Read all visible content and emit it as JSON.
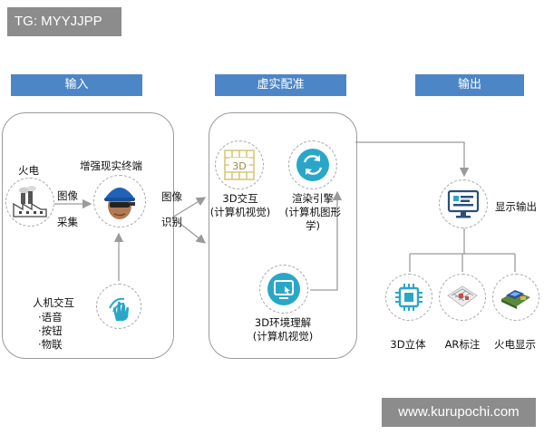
{
  "watermarks": {
    "top": "TG: MYYJJPP",
    "bottom": "www.kurupochi.com"
  },
  "headers": {
    "input": "输入",
    "virtual_real": "虚实配准",
    "output": "输出"
  },
  "input_panel": {
    "source_label": "火电",
    "image_capture_1": "图像",
    "image_capture_2": "采集",
    "terminal_label": "增强现实终端",
    "hci_title": "人机交互",
    "hci_items": [
      "·语音",
      "·按钮",
      "·物联"
    ]
  },
  "middle_panel": {
    "arrow_label_1": "图像",
    "arrow_label_2": "识别",
    "icon_3d_text": "3D",
    "interaction_line1": "3D交互",
    "interaction_line2": "(计算机视觉)",
    "render_line1": "渲染引擎",
    "render_line2": "(计算机图形",
    "render_line3": "学)",
    "env_line1": "3D环境理解",
    "env_line2": "(计算机视觉)"
  },
  "output_panel": {
    "display_output": "显示输出",
    "stereo": "3D立体",
    "ar_label": "AR标注",
    "thermal_display": "火电显示"
  },
  "colors": {
    "header_blue": "#4d86c6",
    "icon_teal": "#2aa7c8",
    "helmet_blue": "#1f63b8"
  }
}
